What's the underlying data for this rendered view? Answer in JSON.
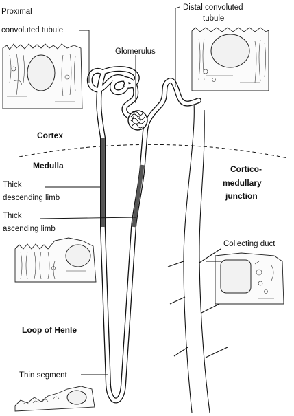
{
  "labels": {
    "proximal_tubule": [
      "Proximal",
      "convoluted tubule"
    ],
    "distal_tubule": [
      "Distal convoluted",
      "tubule"
    ],
    "glomerulus": "Glomerulus",
    "cortex": "Cortex",
    "medulla": "Medulla",
    "corticomedullary": [
      "Cortico-",
      "medullary",
      "junction"
    ],
    "thick_descending": [
      "Thick",
      "descending limb"
    ],
    "thick_ascending": [
      "Thick",
      "ascending limb"
    ],
    "collecting_duct": "Collecting duct",
    "loop_of_henle": "Loop of Henle",
    "thin_segment": "Thin segment"
  },
  "colors": {
    "line": "#111111",
    "tubule_fill": "#ffffff",
    "thick_segment": "#555555",
    "background": "#ffffff"
  }
}
